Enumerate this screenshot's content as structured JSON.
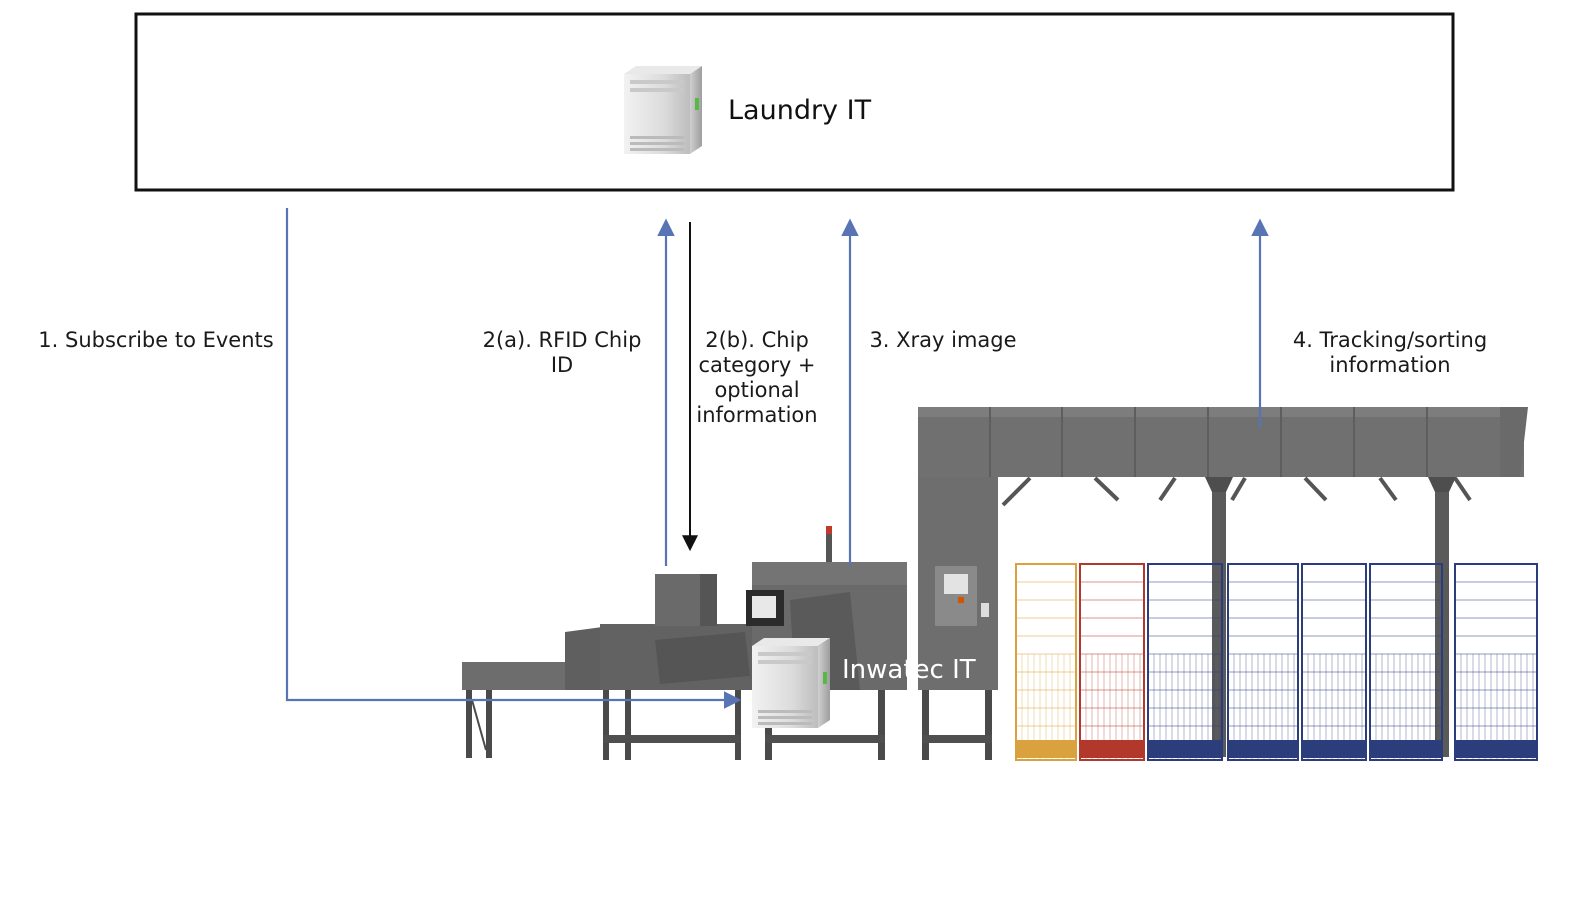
{
  "laundry": {
    "label": "Laundry IT",
    "icon": "server-icon"
  },
  "inwatec": {
    "label": "Inwatec IT",
    "icon": "server-icon"
  },
  "steps": [
    {
      "id": "1",
      "label": "1. Subscribe to Events"
    },
    {
      "id": "2a",
      "label": "2(a). RFID Chip\nID"
    },
    {
      "id": "2b",
      "label": "2(b). Chip\ncategory +\noptional\ninformation"
    },
    {
      "id": "3",
      "label": "3. Xray image"
    },
    {
      "id": "4",
      "label": "4. Tracking/sorting\ninformation"
    }
  ],
  "colors": {
    "flow_arrow": "#5874b4",
    "return_arrow": "#111111",
    "machine": "#666666",
    "cage_orange": "#d9a23f",
    "cage_red": "#b2382c",
    "cage_blue": "#2c3d7c"
  }
}
